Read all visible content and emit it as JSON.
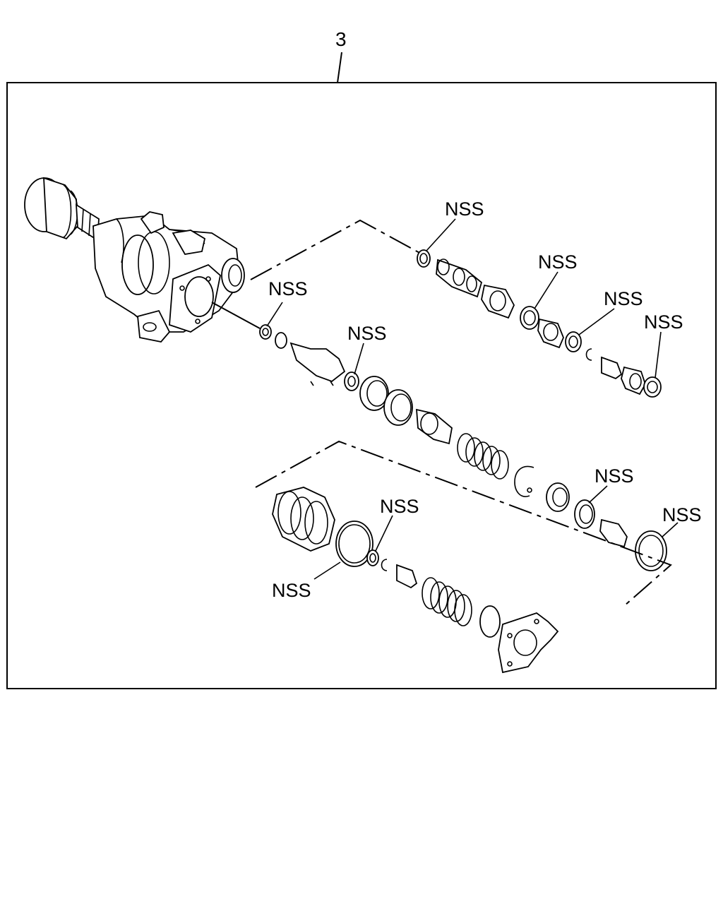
{
  "diagram": {
    "reference_number": "3",
    "callouts": [
      {
        "id": "nss-1",
        "text": "NSS"
      },
      {
        "id": "nss-2",
        "text": "NSS"
      },
      {
        "id": "nss-3",
        "text": "NSS"
      },
      {
        "id": "nss-4",
        "text": "NSS"
      },
      {
        "id": "nss-5",
        "text": "NSS"
      },
      {
        "id": "nss-6",
        "text": "NSS"
      },
      {
        "id": "nss-7",
        "text": "NSS"
      },
      {
        "id": "nss-8",
        "text": "NSS"
      },
      {
        "id": "nss-9",
        "text": "NSS"
      },
      {
        "id": "nss-10",
        "text": "NSS"
      }
    ]
  }
}
